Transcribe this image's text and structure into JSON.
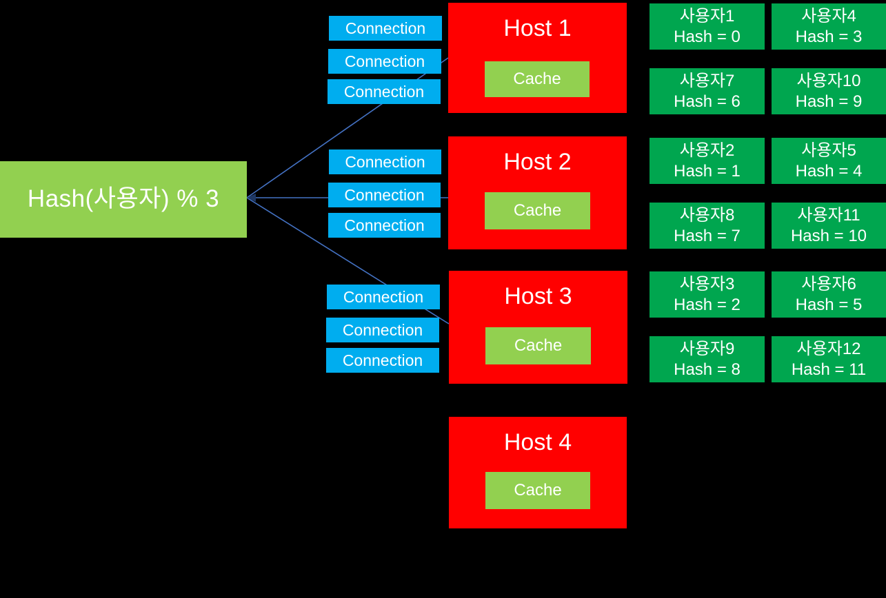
{
  "diagram": {
    "title": "Hash based host distribution",
    "background": "#000000",
    "colors": {
      "hash_box": "#92D050",
      "connection": "#00ADEF",
      "host": "#FF0000",
      "cache": "#92D050",
      "user": "#00A64F",
      "link_line": "#4472C4",
      "text": "#FFFFFF"
    }
  },
  "hash_source": {
    "label": "Hash(사용자) % 3"
  },
  "connection_groups": [
    {
      "host": "Host 1",
      "connections": [
        {
          "label": "Connection"
        },
        {
          "label": "Connection"
        },
        {
          "label": "Connection"
        }
      ]
    },
    {
      "host": "Host 2",
      "connections": [
        {
          "label": "Connection"
        },
        {
          "label": "Connection"
        },
        {
          "label": "Connection"
        }
      ]
    },
    {
      "host": "Host 3",
      "connections": [
        {
          "label": "Connection"
        },
        {
          "label": "Connection"
        },
        {
          "label": "Connection"
        }
      ]
    }
  ],
  "hosts": [
    {
      "title": "Host 1",
      "cache_label": "Cache",
      "has_connections": true
    },
    {
      "title": "Host 2",
      "cache_label": "Cache",
      "has_connections": true
    },
    {
      "title": "Host 3",
      "cache_label": "Cache",
      "has_connections": true
    },
    {
      "title": "Host 4",
      "cache_label": "Cache",
      "has_connections": false
    }
  ],
  "user_rows": [
    {
      "left": {
        "name": "사용자1",
        "hash": "Hash  =  0"
      },
      "right": {
        "name": "사용자4",
        "hash": "Hash  =  3"
      }
    },
    {
      "left": {
        "name": "사용자7",
        "hash": "Hash  =  6"
      },
      "right": {
        "name": "사용자10",
        "hash": "Hash  =  9"
      }
    },
    {
      "left": {
        "name": "사용자2",
        "hash": "Hash  =  1"
      },
      "right": {
        "name": "사용자5",
        "hash": "Hash  =  4"
      }
    },
    {
      "left": {
        "name": "사용자8",
        "hash": "Hash  =  7"
      },
      "right": {
        "name": "사용자11",
        "hash": "Hash  =  10"
      }
    },
    {
      "left": {
        "name": "사용자3",
        "hash": "Hash  =  2"
      },
      "right": {
        "name": "사용자6",
        "hash": "Hash  =  5"
      }
    },
    {
      "left": {
        "name": "사용자9",
        "hash": "Hash  =  8"
      },
      "right": {
        "name": "사용자12",
        "hash": "Hash  =  11"
      }
    }
  ]
}
